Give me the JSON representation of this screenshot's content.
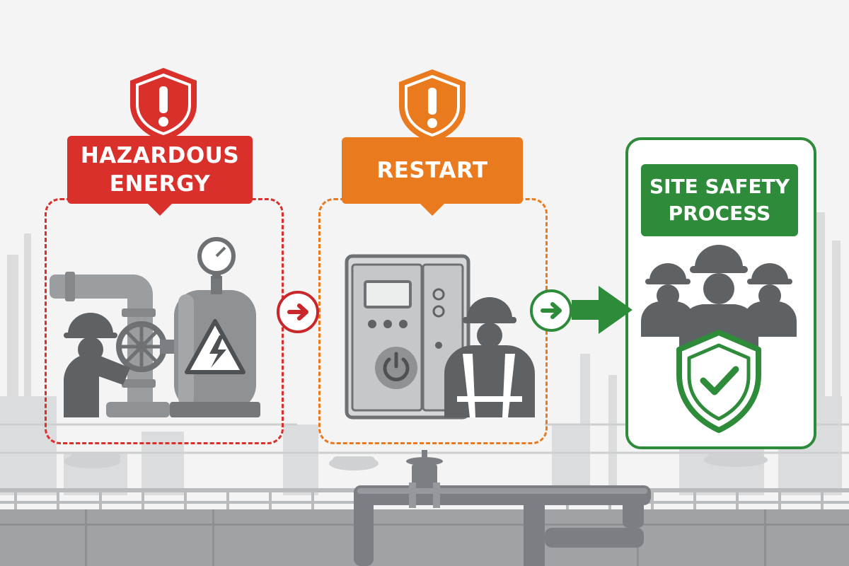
{
  "steps": [
    {
      "title_line1": "HAZARDOUS",
      "title_line2": "ENERGY",
      "color": "#d9302c",
      "icon": "warning-shield-icon"
    },
    {
      "title": "RESTART",
      "color": "#ea7a1e",
      "icon": "warning-shield-icon"
    },
    {
      "title_line1": "SITE SAFETY",
      "title_line2": "PROCESS",
      "color": "#2e8b3a",
      "icon": "check-shield-icon"
    }
  ],
  "colors": {
    "hazard": "#d9302c",
    "restart": "#ea7a1e",
    "safety": "#2e8b3a",
    "equipment_gray": "#6e7174",
    "background": "#f4f4f4"
  }
}
